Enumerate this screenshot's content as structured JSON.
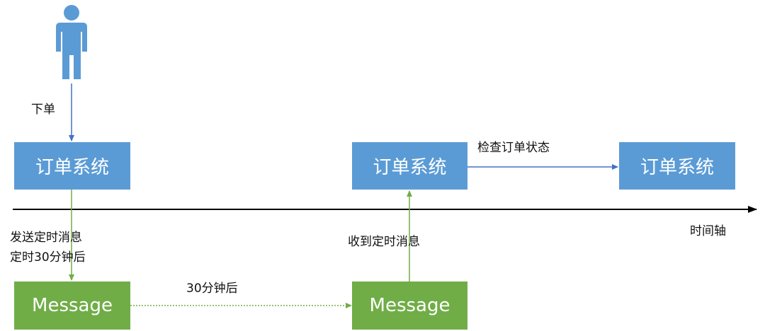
{
  "diagram": {
    "person_icon": "person-icon",
    "boxes": {
      "order_system_1": "订单系统",
      "order_system_2": "订单系统",
      "order_system_3": "订单系统",
      "message_1": "Message",
      "message_2": "Message"
    },
    "labels": {
      "place_order": "下单",
      "send_timed_msg_line1": "发送定时消息",
      "send_timed_msg_line2": "定时30分钟后",
      "after_30_min": "30分钟后",
      "receive_timed_msg": "收到定时消息",
      "check_order_status": "检查订单状态",
      "timeline": "时间轴"
    },
    "colors": {
      "blue": "#5b9bd5",
      "green": "#70ad47",
      "axis": "#000000",
      "blue_arrow": "#4472c4",
      "green_arrow": "#70ad47"
    }
  }
}
